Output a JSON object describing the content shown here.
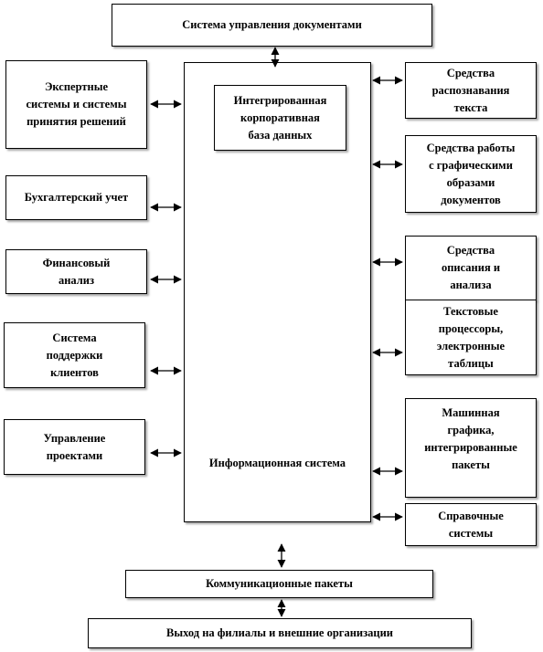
{
  "diagram": {
    "document_system": "Система управления документами",
    "info_system": "Информационная система",
    "integrated_db": "Интегрированная\nкорпоративная\nбаза данных",
    "left": {
      "expert": "Экспертные\nсистемы и системы\nпринятия решений",
      "accounting": "Бухгалтерский  учет",
      "financial": "Финансовый\nанализ",
      "clients": "Система\nподдержки\nклиентов",
      "projects": "Управление\nпроектами"
    },
    "right": {
      "recognition": "Средства\nраспознавания\nтекста",
      "graphics_docs": "Средства работы\nс графическими\nобразами\nдокументов",
      "description": "Средства\nописания и\nанализа",
      "text_processors": "Текстовые\nпроцессоры,\nэлектронные\nтаблицы",
      "machine_graphics": "Машинная\nграфика,\nинтегрированные\nпакеты",
      "reference": "Справочные\nсистемы"
    },
    "communication": "Коммуникационные пакеты",
    "external": "Выход  на филиалы и внешние организации"
  }
}
